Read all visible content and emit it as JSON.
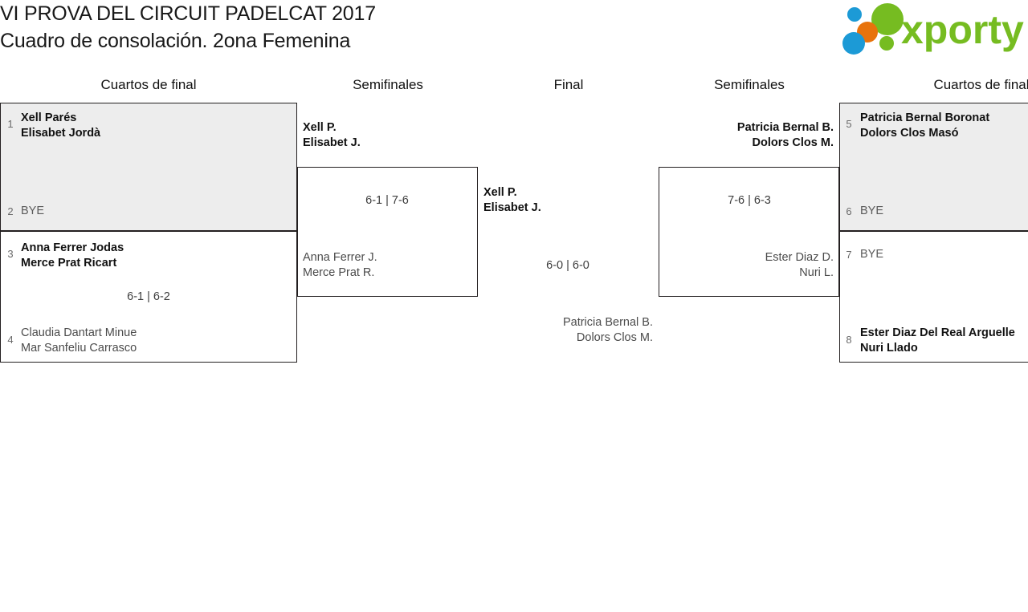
{
  "header": {
    "title_line_1": "VI PROVA DEL CIRCUIT PADELCAT 2017",
    "title_line_2": "Cuadro de consolación. 2ona Femenina",
    "logo_text": "xporty",
    "logo_colors": {
      "green": "#76bc21",
      "orange": "#e8730c",
      "blue": "#1c9ad6"
    }
  },
  "rounds": [
    {
      "label": "Cuartos de final"
    },
    {
      "label": "Semifinales"
    },
    {
      "label": "Final"
    },
    {
      "label": "Semifinales"
    },
    {
      "label": "Cuartos de final"
    }
  ],
  "left": {
    "qf1": {
      "top": {
        "seed": "1",
        "line1": "Xell Parés",
        "line2": "Elisabet Jordà"
      },
      "bottom": {
        "seed": "2",
        "line1": "BYE",
        "line2": ""
      },
      "score": ""
    },
    "qf2": {
      "top": {
        "seed": "3",
        "line1": "Anna Ferrer Jodas",
        "line2": "Merce Prat Ricart"
      },
      "bottom": {
        "seed": "4",
        "line1": "Claudia Dantart Minue",
        "line2": "Mar Sanfeliu Carrasco"
      },
      "score": "6-1 | 6-2"
    },
    "sf": {
      "top": {
        "line1": "Xell P.",
        "line2": "Elisabet J."
      },
      "bottom": {
        "line1": "Anna Ferrer J.",
        "line2": "Merce Prat R."
      },
      "score": "6-1 | 7-6"
    }
  },
  "final": {
    "top": {
      "line1": "Xell P.",
      "line2": "Elisabet J."
    },
    "bottom": {
      "line1": "Patricia Bernal B.",
      "line2": "Dolors Clos M."
    },
    "score": "6-0 | 6-0"
  },
  "right": {
    "sf": {
      "top": {
        "line1": "Patricia Bernal B.",
        "line2": "Dolors Clos M."
      },
      "bottom": {
        "line1": "Ester Diaz D.",
        "line2": "Nuri L."
      },
      "score": "7-6 | 6-3"
    },
    "qf1": {
      "top": {
        "seed": "5",
        "line1": "Patricia Bernal Boronat",
        "line2": "Dolors Clos Masó"
      },
      "bottom": {
        "seed": "6",
        "line1": "BYE",
        "line2": ""
      },
      "score": ""
    },
    "qf2": {
      "top": {
        "seed": "7",
        "line1": "BYE",
        "line2": ""
      },
      "bottom": {
        "seed": "8",
        "line1": "Ester Diaz Del Real Arguelle",
        "line2": "Nuri Llado"
      },
      "score": ""
    }
  }
}
